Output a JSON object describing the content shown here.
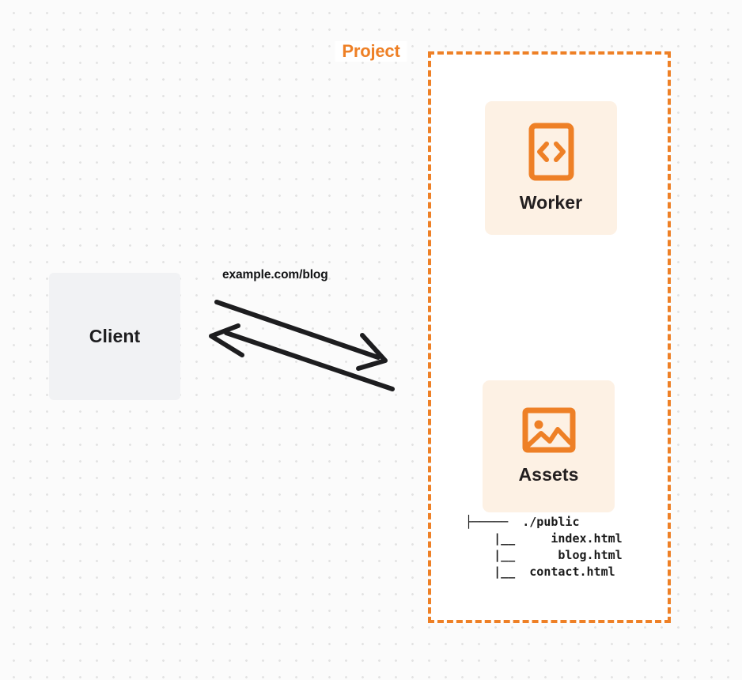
{
  "diagram": {
    "type": "architecture-flow",
    "background": "#fbfbfb",
    "accent_color": "#ee8026",
    "client": {
      "label": "Client",
      "fill": "#f1f2f4"
    },
    "connection": {
      "label": "example.com/blog",
      "request_direction": "client-to-project",
      "response_direction": "project-to-client",
      "stroke": "#1d1d1f"
    },
    "project": {
      "title": "Project",
      "border_color": "#ee8026",
      "border_style": "dashed",
      "fill": "#ffffff",
      "cards": [
        {
          "label": "Worker",
          "icon": "code-brackets-icon",
          "fill": "#fdf1e4",
          "icon_color": "#ee8026"
        },
        {
          "label": "Assets",
          "icon": "image-picture-icon",
          "fill": "#fdf1e4",
          "icon_color": "#ee8026"
        }
      ],
      "file_tree": {
        "lines": [
          "├─────  ./public",
          "    |__     index.html",
          "    |__      blog.html",
          "    |__  contact.html"
        ]
      }
    }
  }
}
